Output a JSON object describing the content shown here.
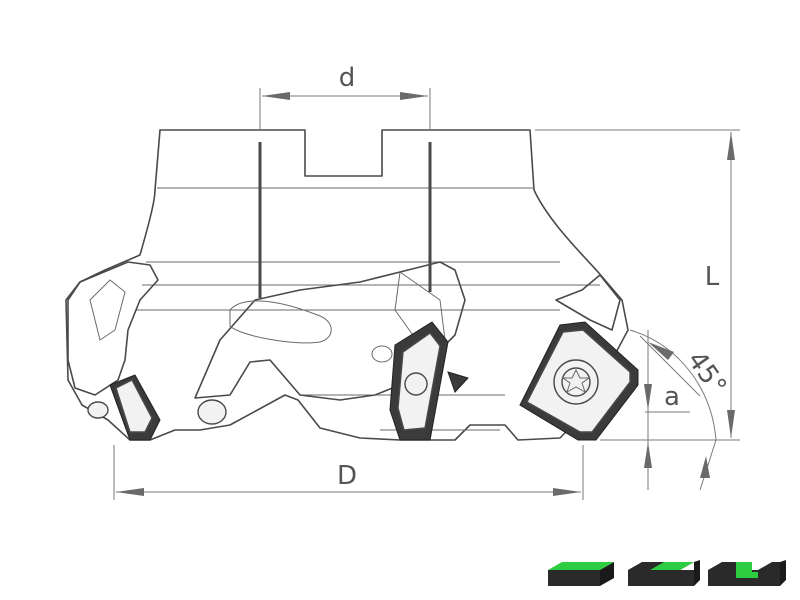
{
  "dimensions": {
    "bore": "d",
    "diameter": "D",
    "length": "L",
    "depth": "a",
    "angle": "45°"
  },
  "colors": {
    "line": "#4a4a4a",
    "dimension": "#7a7a7a",
    "insert_dark": "#3b3b3b",
    "coolant_green": "#2ecc40"
  },
  "icons": [
    "chip-block-icon-1",
    "chip-block-icon-2",
    "chip-block-icon-3"
  ]
}
